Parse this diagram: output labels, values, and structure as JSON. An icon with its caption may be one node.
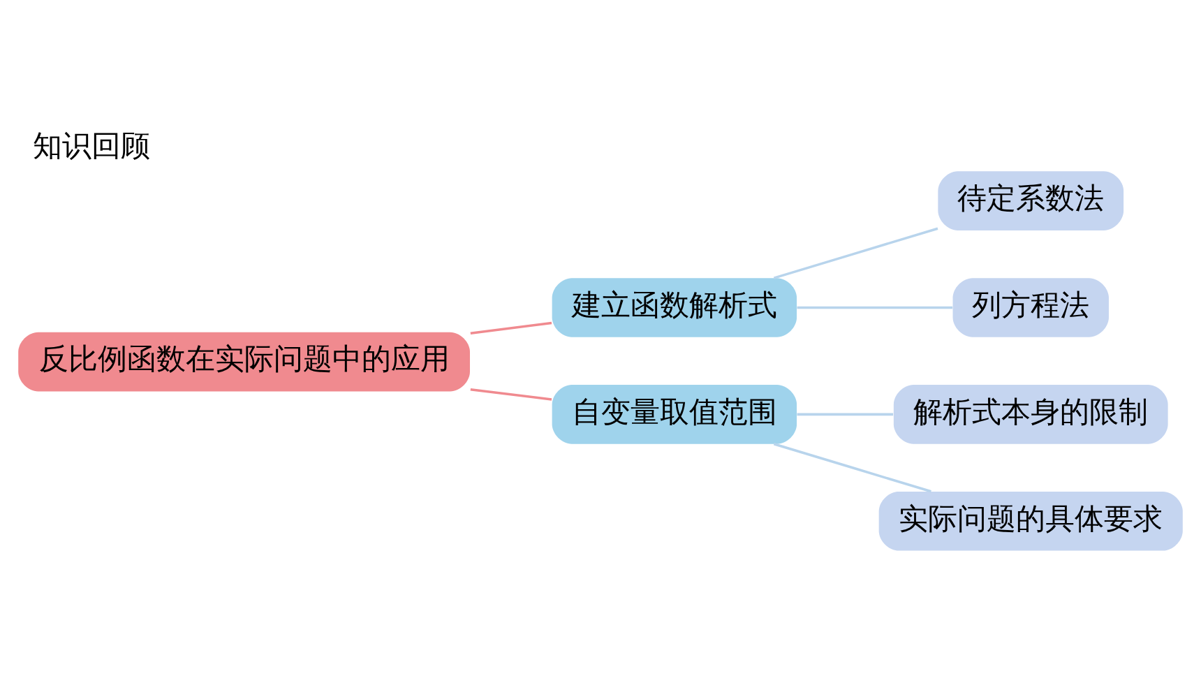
{
  "diagram": {
    "title": "知识回顾",
    "nodes": [
      {
        "text": [
          "反比例函数在实际问题中的应用"
        ]
      },
      {
        "text": [
          "建立函数解析式"
        ]
      },
      {
        "text": [
          "自变量取值范围"
        ]
      },
      {
        "text": [
          "待定系数法"
        ]
      },
      {
        "text": [
          "列方程法"
        ]
      },
      {
        "text": [
          "解析式本身的限制"
        ]
      },
      {
        "text": [
          "实际问题的具体要求"
        ]
      }
    ],
    "edges": [
      {
        "from": 0,
        "to": 1,
        "arrow": "none",
        "color": "#f08a8f"
      },
      {
        "from": 0,
        "to": 2,
        "arrow": "none",
        "color": "#f08a8f"
      },
      {
        "from": 1,
        "to": 3,
        "arrow": "none",
        "color": "#b8d4ec"
      },
      {
        "from": 1,
        "to": 4,
        "arrow": "none",
        "color": "#b8d4ec"
      },
      {
        "from": 2,
        "to": 5,
        "arrow": "none",
        "color": "#b8d4ec"
      },
      {
        "from": 2,
        "to": 6,
        "arrow": "none",
        "color": "#b8d4ec"
      }
    ]
  }
}
